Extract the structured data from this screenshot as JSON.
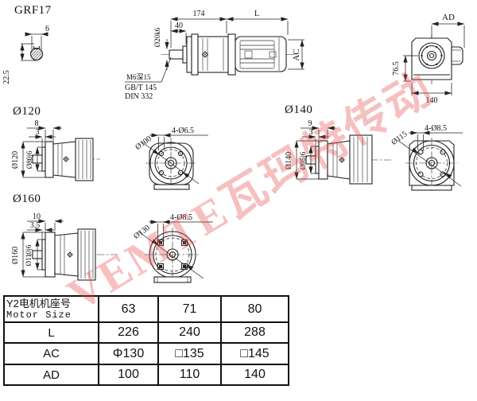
{
  "title": "GRF17",
  "watermark": "VEMTE瓦玛特传动",
  "shaft_section": {
    "key_width": "6",
    "height": "22.5"
  },
  "main_view": {
    "dim_length_gearbox": "174",
    "dim_motor_length": "L",
    "dim_shaft_length": "40",
    "shaft_diameter": "Ø20k6",
    "tap_note": "M6深15",
    "std_note_1": "GB/T 145",
    "std_note_2": "DIN 332",
    "dim_motor_dia": "AC"
  },
  "rear_view": {
    "dim_ad": "AD",
    "dim_center_height": "76.5",
    "dim_width": "140"
  },
  "flange_sections": [
    {
      "label": "Ø120",
      "dim_plate": "8",
      "dim_step": "3",
      "outer_dia": "Ø120",
      "pilot_dia": "Ø80j6",
      "holes": "4-Ø6.5",
      "bolt_circle": "Ø100"
    },
    {
      "label": "Ø140",
      "dim_plate": "9",
      "dim_step": "3",
      "outer_dia": "Ø140",
      "pilot_dia": "Ø95j6",
      "holes": "4-Ø8.5",
      "bolt_circle": "Ø115"
    },
    {
      "label": "Ø160",
      "dim_plate": "10",
      "dim_step": "3.5",
      "outer_dia": "Ø160",
      "pilot_dia": "Ø110j6",
      "holes": "4-Ø8.5",
      "bolt_circle": "Ø130"
    }
  ],
  "table": {
    "header_cn": "Y2电机机座号",
    "header_en": "Motor Size",
    "sizes": [
      "63",
      "71",
      "80"
    ],
    "rows": [
      {
        "label": "L",
        "values": [
          "226",
          "240",
          "288"
        ]
      },
      {
        "label": "AC",
        "values": [
          "Φ130",
          "□135",
          "□145"
        ]
      },
      {
        "label": "AD",
        "values": [
          "100",
          "110",
          "140"
        ]
      }
    ]
  }
}
